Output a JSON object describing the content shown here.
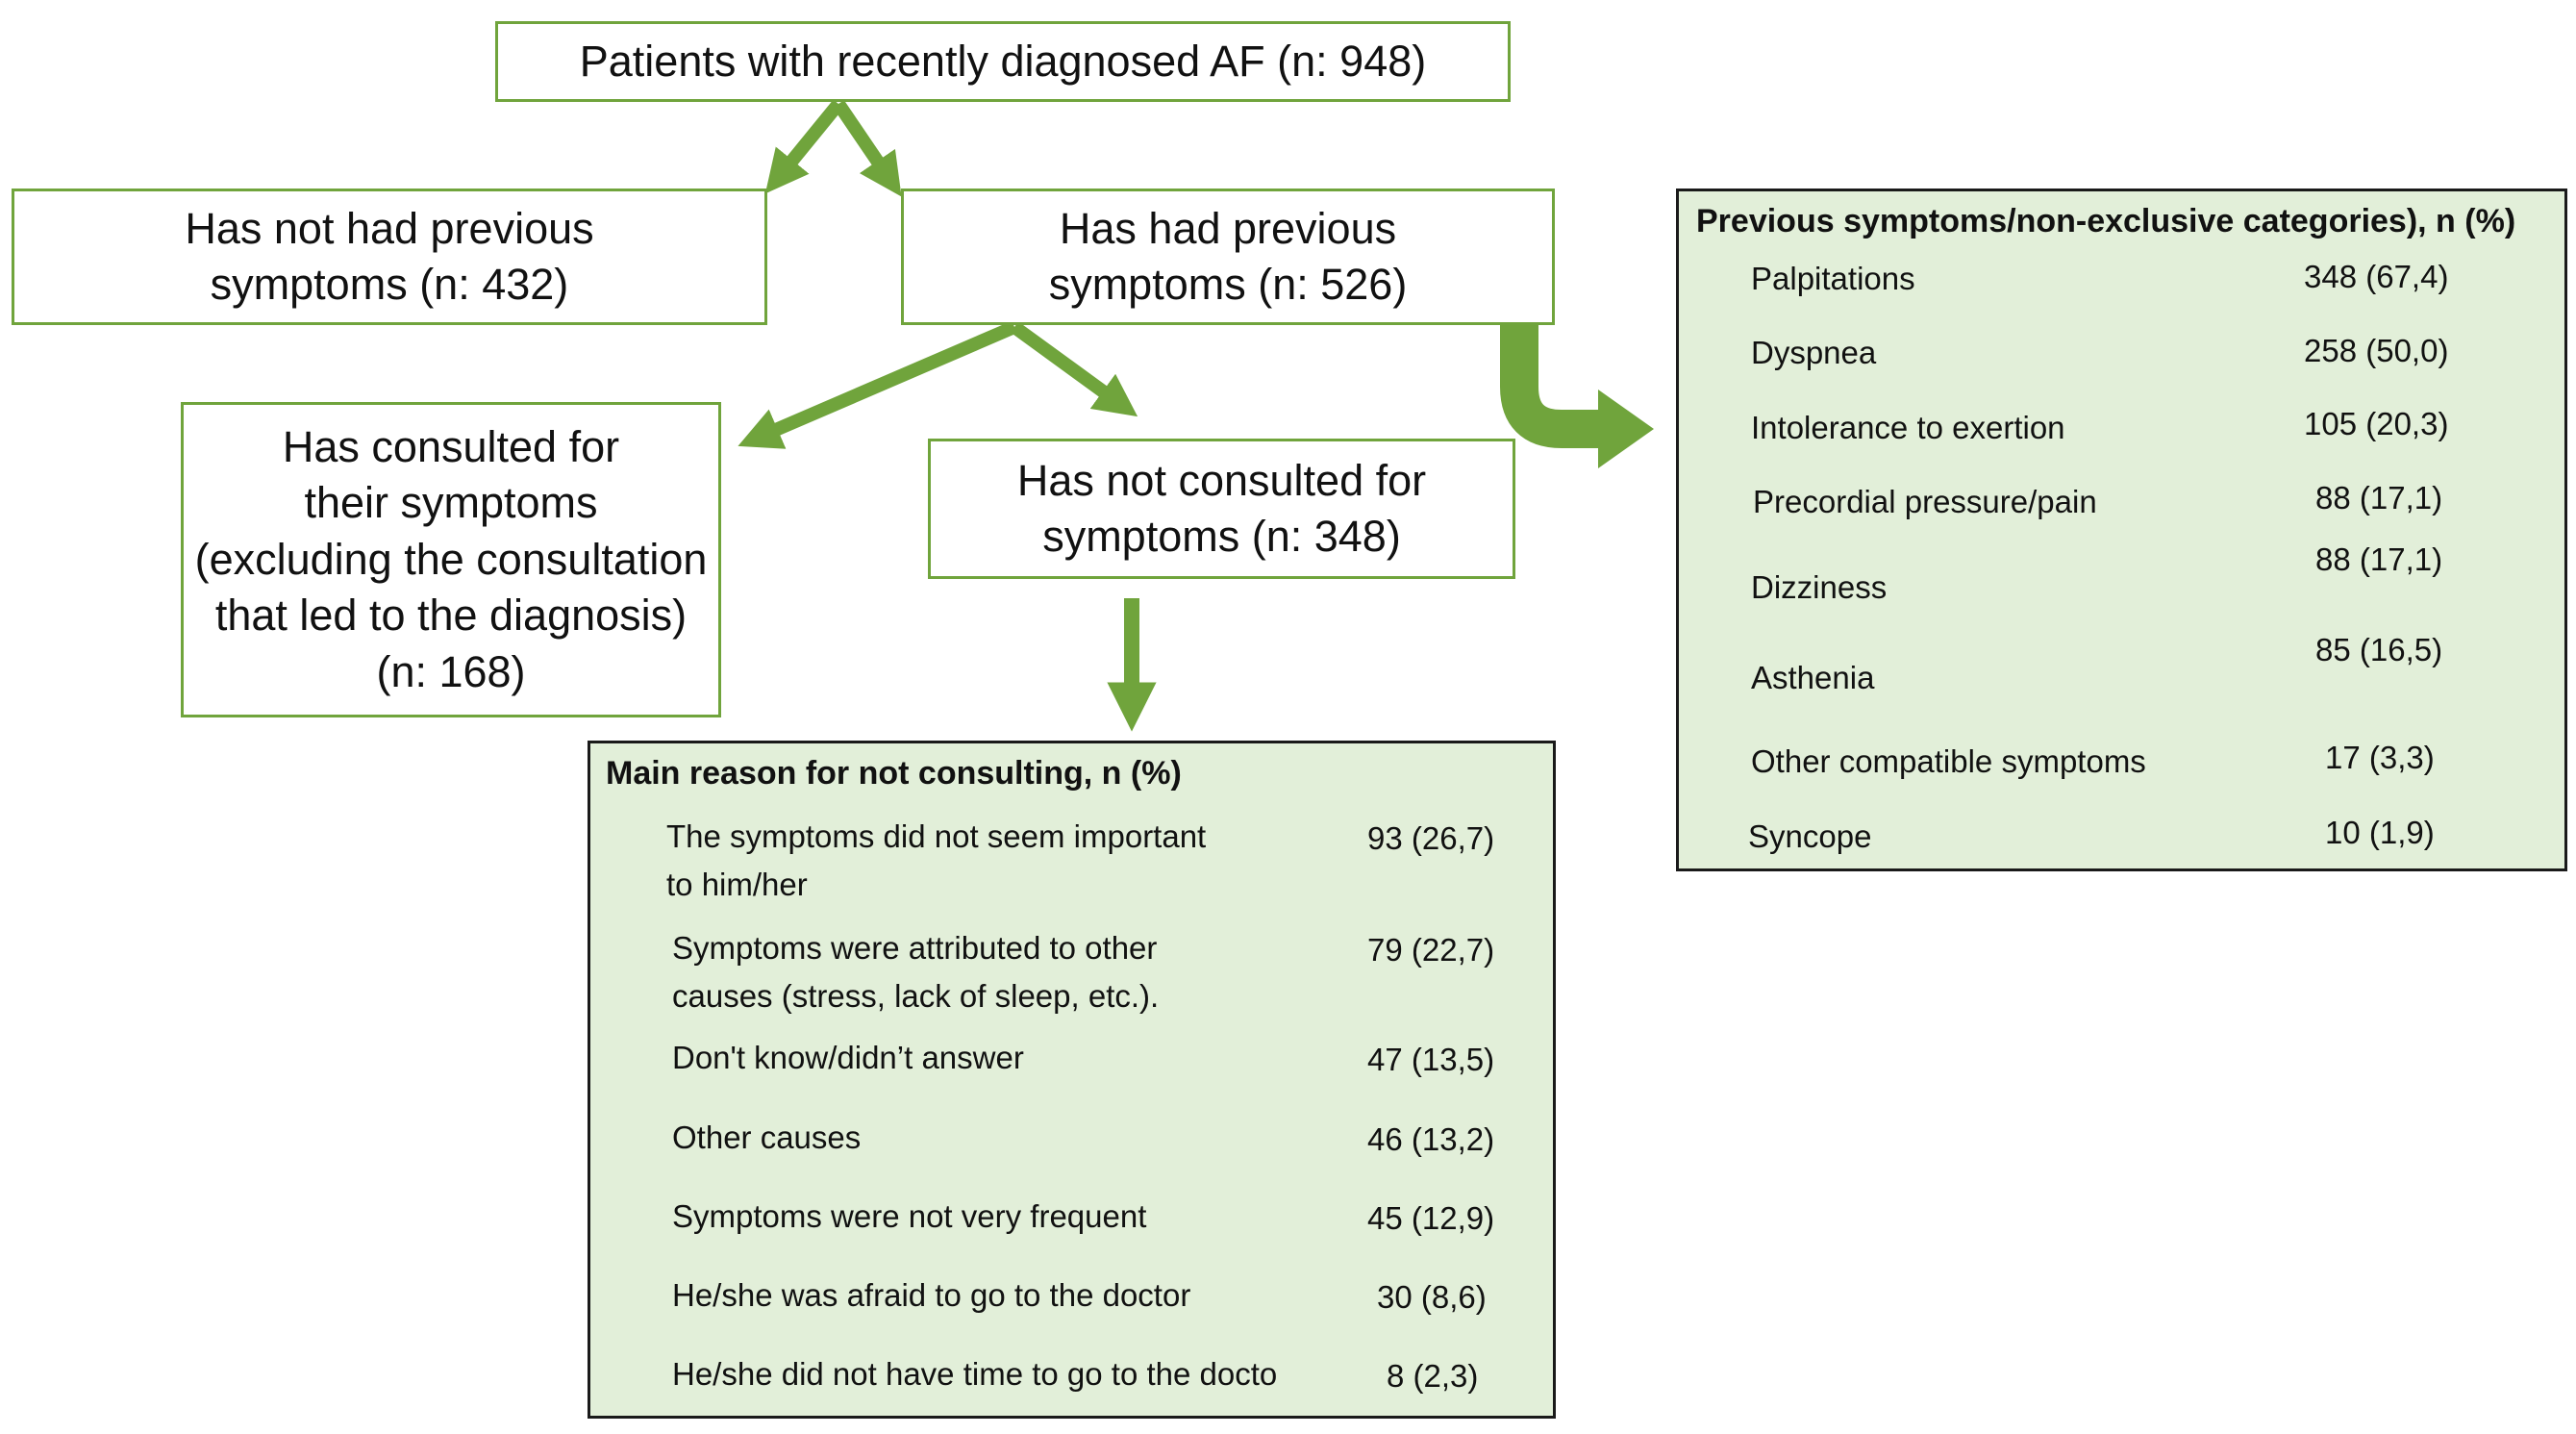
{
  "colors": {
    "arrow": "#70a43c",
    "box_border": "#70a43c",
    "panel_fill": "#e2efd9",
    "panel_border": "#1a1a1a"
  },
  "nodes": {
    "root": "Patients with recently diagnosed AF (n: 948)",
    "no_symptoms": "Has not had previous\nsymptoms (n: 432)",
    "had_symptoms": "Has had previous\nsymptoms (n: 526)",
    "consulted": "Has consulted for\ntheir symptoms\n(excluding the consultation\nthat led to the diagnosis)\n(n: 168)",
    "not_consulted": "Has not consulted for\nsymptoms (n: 348)"
  },
  "reasons": {
    "title": "Main reason for not consulting, n (%)",
    "rows": [
      {
        "label": "The symptoms did not seem important\nto him/her",
        "value": "93 (26,7)"
      },
      {
        "label": "Symptoms were attributed to other\ncauses (stress, lack of sleep, etc.).",
        "value": "79 (22,7)"
      },
      {
        "label": "Don't know/didn’t answer",
        "value": "47 (13,5)"
      },
      {
        "label": "Other causes",
        "value": "46 (13,2)"
      },
      {
        "label": "Symptoms were not very frequent",
        "value": "45 (12,9)"
      },
      {
        "label": "He/she was afraid to go to the doctor",
        "value": "30 (8,6)"
      },
      {
        "label": "He/she did not have time to go to the docto",
        "value": "8 (2,3)"
      }
    ]
  },
  "symptoms": {
    "title": "Previous symptoms/non-exclusive categories), n (%)",
    "rows": [
      {
        "label": "Palpitations",
        "value": "348 (67,4)"
      },
      {
        "label": "Dyspnea",
        "value": "258 (50,0)"
      },
      {
        "label": "Intolerance to exertion",
        "value": "105 (20,3)"
      },
      {
        "label": "Precordial pressure/pain",
        "value": "88 (17,1)"
      },
      {
        "label": "Dizziness",
        "value": "88 (17,1)"
      },
      {
        "label": "Asthenia",
        "value": "85 (16,5)"
      },
      {
        "label": "Other compatible symptoms",
        "value": "17 (3,3)"
      },
      {
        "label": "Syncope",
        "value": "10 (1,9)"
      }
    ]
  }
}
